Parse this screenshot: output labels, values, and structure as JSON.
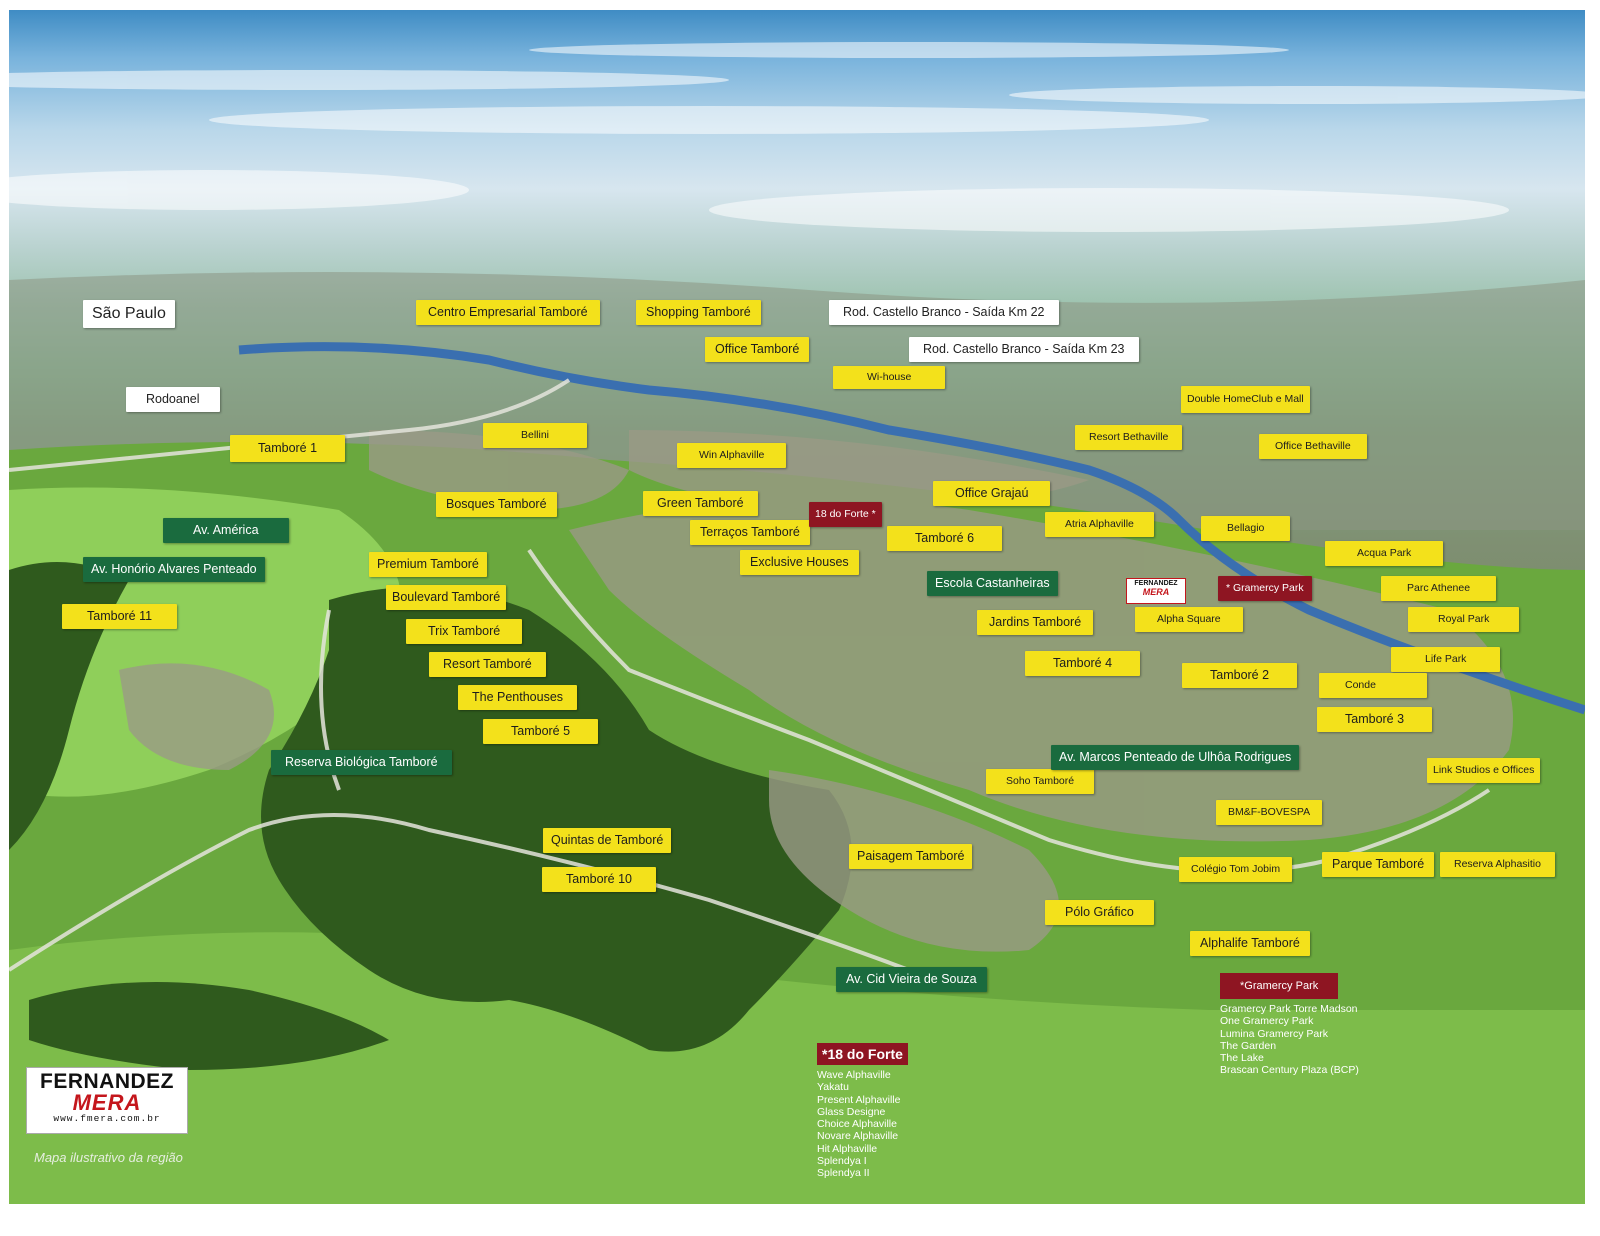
{
  "map_title_places": {
    "sao_paulo": "São Paulo",
    "rodoanel": "Rodoanel",
    "castello_22": "Rod. Castello Branco - Saída Km 22",
    "castello_23": "Rod. Castello Branco - Saída Km 23"
  },
  "yellow_labels": {
    "centro_empresarial": "Centro Empresarial Tamboré",
    "shopping": "Shopping Tamboré",
    "office_tambore": "Office Tamboré",
    "wi_house": "Wi-house",
    "double_home": "Double HomeClub e Mall",
    "resort_bethaville": "Resort Bethaville",
    "office_bethaville": "Office Bethaville",
    "tambore_1": "Tamboré 1",
    "bellini": "Bellini",
    "win_alphaville": "Win Alphaville",
    "office_grajau": "Office Grajaú",
    "bosques": "Bosques Tamboré",
    "green": "Green Tamboré",
    "terracos": "Terraços Tamboré",
    "tambore_6": "Tamboré 6",
    "atria": "Atria Alphaville",
    "bellagio": "Bellagio",
    "acqua_park": "Acqua Park",
    "parc_athenee": "Parc Athenee",
    "royal_park": "Royal Park",
    "life_park": "Life Park",
    "exclusive_houses": "Exclusive Houses",
    "premium": "Premium Tamboré",
    "boulevard": "Boulevard Tamboré",
    "trix": "Trix Tamboré",
    "resort_tambore": "Resort Tamboré",
    "penthouses": "The Penthouses",
    "tambore_5": "Tamboré 5",
    "tambore_11": "Tamboré 11",
    "jardins": "Jardins Tamboré",
    "alpha_square": "Alpha Square",
    "tambore_4": "Tamboré 4",
    "tambore_2": "Tamboré 2",
    "conde": "Conde",
    "tambore_3": "Tamboré 3",
    "link_studios": "Link Studios e Offices",
    "soho": "Soho Tamboré",
    "bmf": "BM&F-BOVESPA",
    "quintas": "Quintas de Tamboré",
    "paisagem": "Paisagem Tamboré",
    "colegio": "Colégio Tom Jobim",
    "parque": "Parque Tamboré",
    "reserva_alphasitio": "Reserva Alphasitio",
    "tambore_10": "Tamboré 10",
    "polo_grafico": "Pólo Gráfico",
    "alphalife": "Alphalife Tamboré"
  },
  "green_labels": {
    "av_america": "Av. América",
    "av_honorio": "Av. Honório Alvares Penteado",
    "escola": "Escola Castanheiras",
    "reserva_biologica": "Reserva Biológica Tamboré",
    "av_marcos": "Av. Marcos Penteado de Ulhôa Rodrigues",
    "av_cid": "Av. Cid  Vieira de Souza"
  },
  "red_labels": {
    "dezoito_forte": "18 do Forte *",
    "gramercy_marker": "* Gramercy Park"
  },
  "legend_18_forte": {
    "title": "*18 do Forte",
    "items": [
      "Wave Alphaville",
      "Yakatu",
      "Present Alphaville",
      "Glass Designe",
      "Choice Alphaville",
      "Novare Alphaville",
      "Hit Alphaville",
      "Splendya I",
      "Splendya II"
    ]
  },
  "legend_gramercy": {
    "title": "*Gramercy Park",
    "items": [
      "Gramercy Park Torre Madson",
      "One Gramercy Park",
      "Lumina Gramercy Park",
      "The Garden",
      "The Lake",
      "Brascan Century Plaza (BCP)"
    ]
  },
  "logo": {
    "line1": "FERNANDEZ",
    "line2": "MERA",
    "url": "www.fmera.com.br",
    "mini_line1": "FERNANDEZ",
    "mini_line2": "MERA"
  },
  "caption": "Mapa ilustrativo da região",
  "colors": {
    "yellow_label": "#f3e11b",
    "green_label": "#1a6b3e",
    "red_label": "#8e1522",
    "forest": "#2f5a1d",
    "lawn": "#7fc24a",
    "river": "#3a6fb0"
  }
}
